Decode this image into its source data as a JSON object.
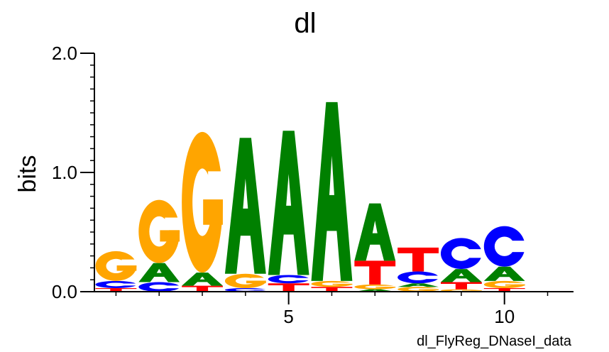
{
  "chart_data": {
    "type": "sequence-logo",
    "title": "dl",
    "ylabel": "bits",
    "xlabel": "",
    "caption": "dl_FlyReg_DNaseI_data",
    "ylim": [
      0,
      2.0
    ],
    "yticks": [
      0.0,
      1.0,
      2.0
    ],
    "ytick_labels": [
      "0.0",
      "1.0",
      "2.0"
    ],
    "xticks": [
      5,
      10
    ],
    "xtick_labels": [
      "5",
      "10"
    ],
    "x_range": [
      0.5,
      11.6
    ],
    "colors": {
      "A": "#008000",
      "C": "#0000ff",
      "G": "#ffa500",
      "T": "#ff0000"
    },
    "positions": [
      {
        "pos": 1,
        "stack": [
          [
            "T",
            0.03
          ],
          [
            "C",
            0.06
          ],
          [
            "G",
            0.25
          ]
        ]
      },
      {
        "pos": 2,
        "stack": [
          [
            "C",
            0.08
          ],
          [
            "A",
            0.16
          ],
          [
            "G",
            0.53
          ]
        ]
      },
      {
        "pos": 3,
        "stack": [
          [
            "T",
            0.05
          ],
          [
            "A",
            0.11
          ],
          [
            "G",
            1.18
          ]
        ]
      },
      {
        "pos": 4,
        "stack": [
          [
            "C",
            0.03
          ],
          [
            "G",
            0.12
          ],
          [
            "A",
            1.14
          ]
        ]
      },
      {
        "pos": 5,
        "stack": [
          [
            "T",
            0.07
          ],
          [
            "C",
            0.07
          ],
          [
            "A",
            1.21
          ]
        ]
      },
      {
        "pos": 6,
        "stack": [
          [
            "T",
            0.04
          ],
          [
            "G",
            0.05
          ],
          [
            "A",
            1.5
          ]
        ]
      },
      {
        "pos": 7,
        "stack": [
          [
            "A",
            0.02
          ],
          [
            "G",
            0.04
          ],
          [
            "T",
            0.2
          ],
          [
            "A",
            0.48
          ]
        ]
      },
      {
        "pos": 8,
        "stack": [
          [
            "G",
            0.04
          ],
          [
            "A",
            0.03
          ],
          [
            "C",
            0.1
          ],
          [
            "T",
            0.2
          ]
        ]
      },
      {
        "pos": 9,
        "stack": [
          [
            "G",
            0.02
          ],
          [
            "T",
            0.06
          ],
          [
            "A",
            0.11
          ],
          [
            "C",
            0.26
          ]
        ]
      },
      {
        "pos": 10,
        "stack": [
          [
            "T",
            0.03
          ],
          [
            "G",
            0.06
          ],
          [
            "A",
            0.12
          ],
          [
            "C",
            0.34
          ]
        ]
      }
    ]
  }
}
